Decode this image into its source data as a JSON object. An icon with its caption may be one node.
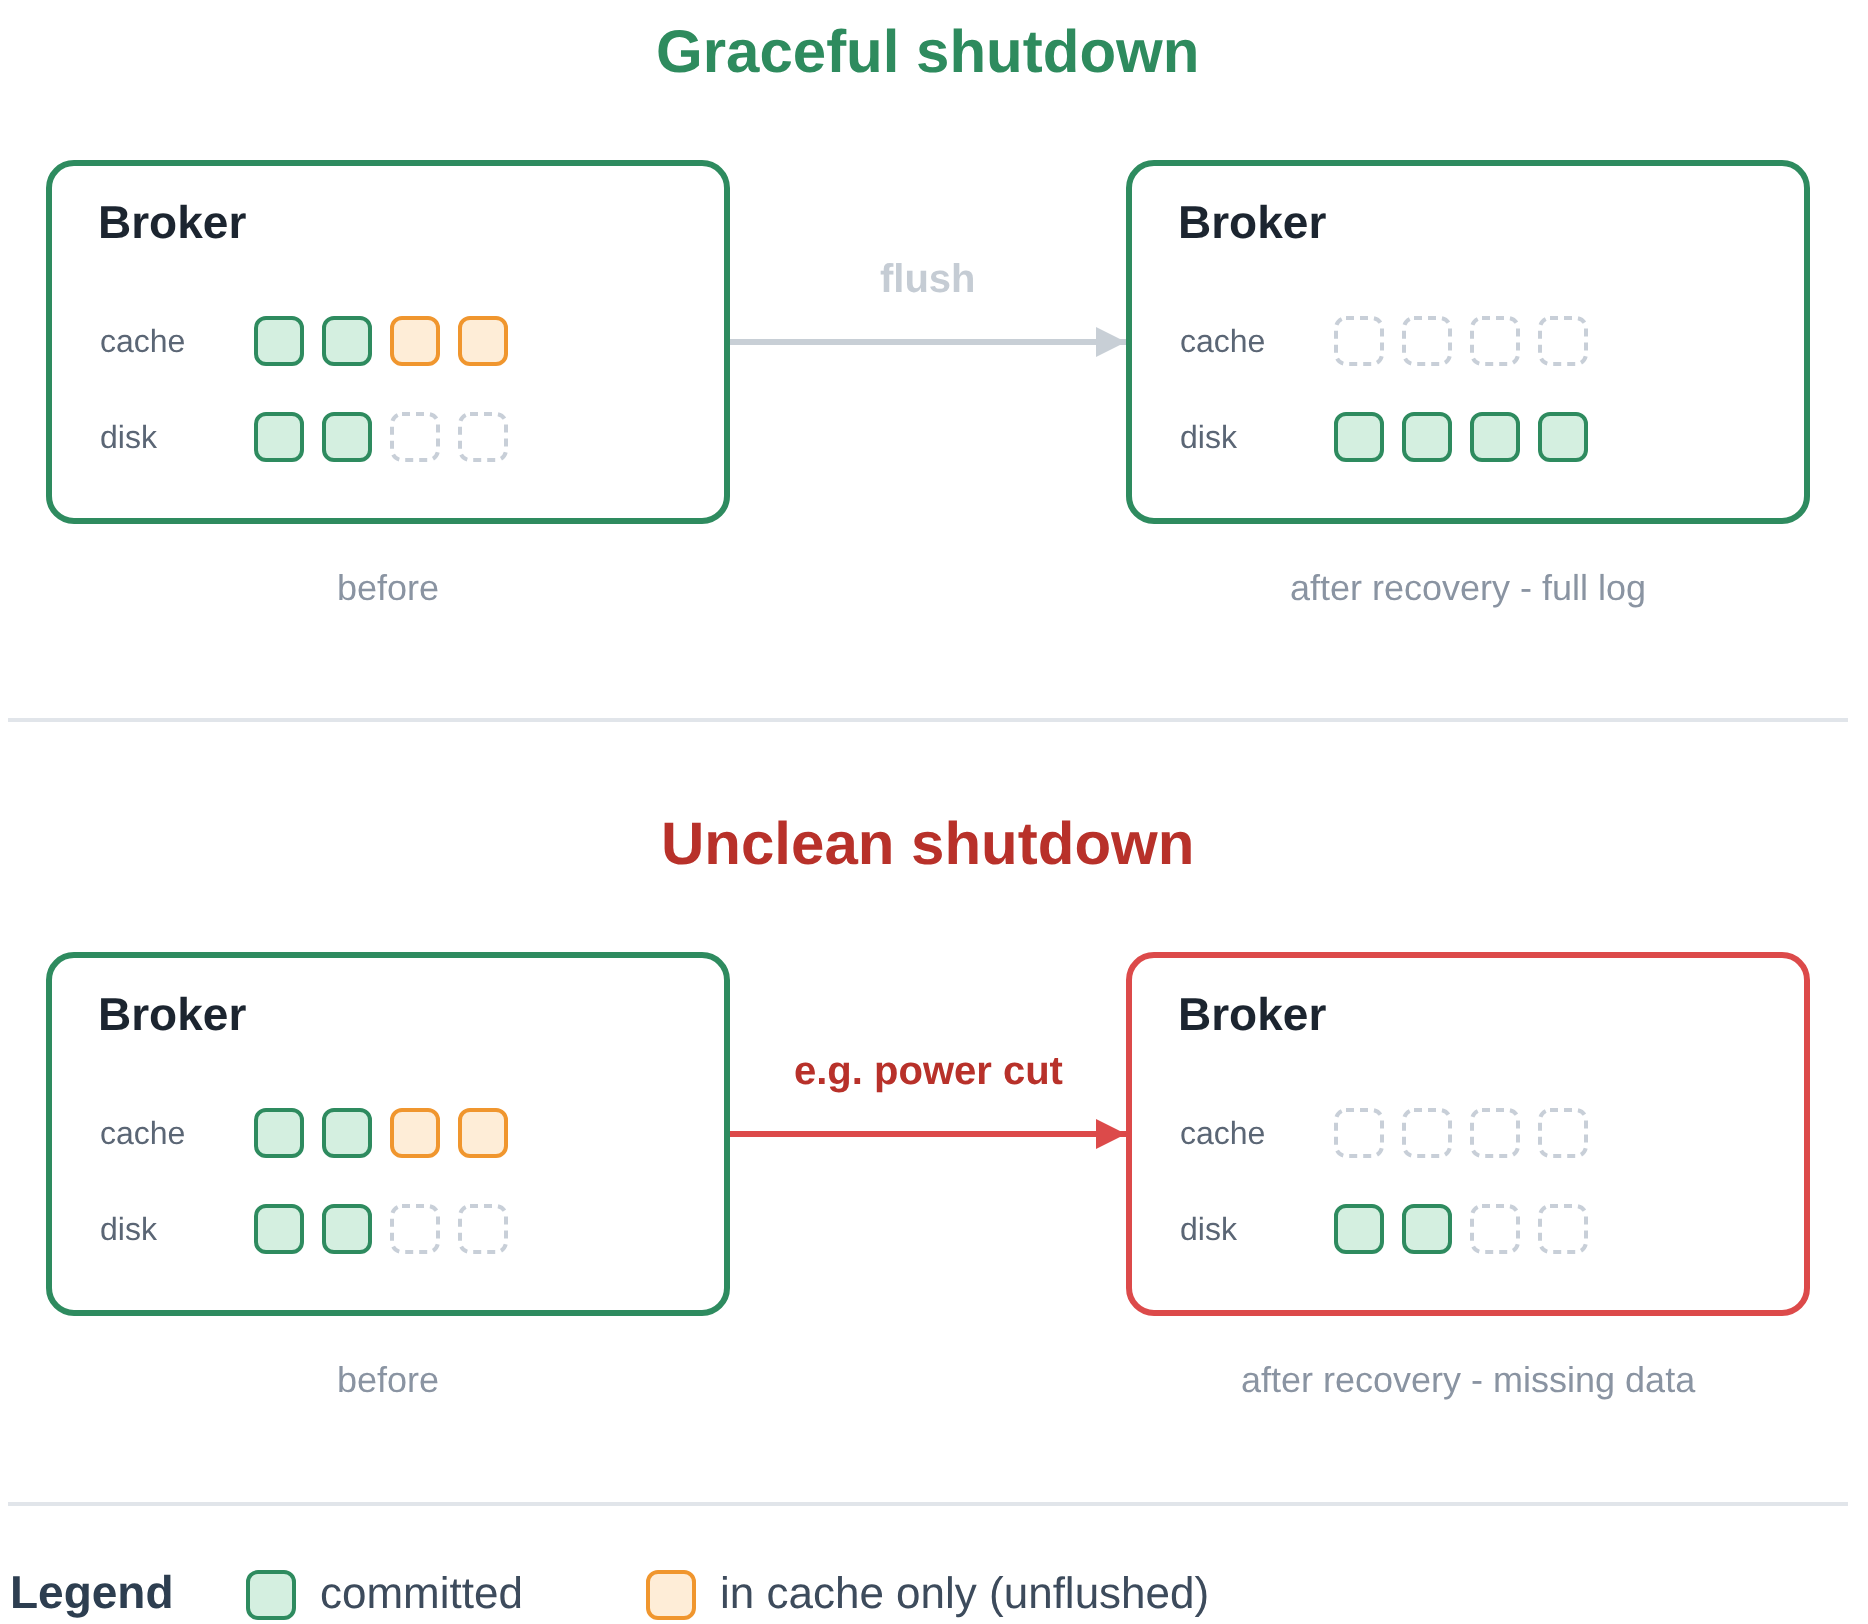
{
  "diagram": {
    "nodes": [
      {
        "text": [
          "Broker",
          "cache",
          "disk"
        ],
        "beside": [
          "before"
        ]
      },
      {
        "text": [
          "Broker",
          "cache",
          "disk"
        ],
        "beside": [
          "after recovery - full log"
        ]
      },
      {
        "text": [
          "Broker",
          "cache",
          "disk"
        ],
        "beside": [
          "before"
        ]
      },
      {
        "text": [
          "Broker",
          "cache",
          "disk"
        ],
        "beside": [
          "after recovery - missing data"
        ]
      }
    ],
    "edges": [
      {
        "from": 0,
        "to": 1,
        "arrow": "to",
        "label": "flush",
        "color": "#c8cfd6"
      },
      {
        "from": 2,
        "to": 3,
        "arrow": "to",
        "label": "e.g. power cut",
        "color": "#dc4a4a"
      }
    ],
    "labels": [
      "Graceful shutdown",
      "Unclean shutdown",
      "Legend"
    ],
    "legend": [
      {
        "text": "committed",
        "color": "#d4efe0"
      },
      {
        "text": "in cache only (unflushed)",
        "color": "#feedd7"
      }
    ]
  }
}
